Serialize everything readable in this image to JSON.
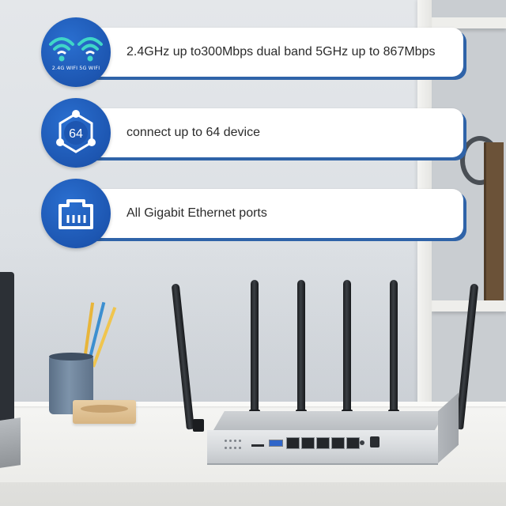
{
  "features": [
    {
      "icon": "wifi-bands-icon",
      "icon_caption": "2.4G WIFI 5G WIFI",
      "text": "2.4GHz up to300Mbps dual band 5GHz up to 867Mbps"
    },
    {
      "icon": "device-network-icon",
      "icon_caption": "64",
      "text": "connect up to 64 device"
    },
    {
      "icon": "ethernet-port-icon",
      "text": "All Gigabit Ethernet ports"
    }
  ],
  "colors": {
    "accent": "#1d56b1",
    "pill_shadow": "#2f63a8",
    "text": "#2b2b2b"
  }
}
